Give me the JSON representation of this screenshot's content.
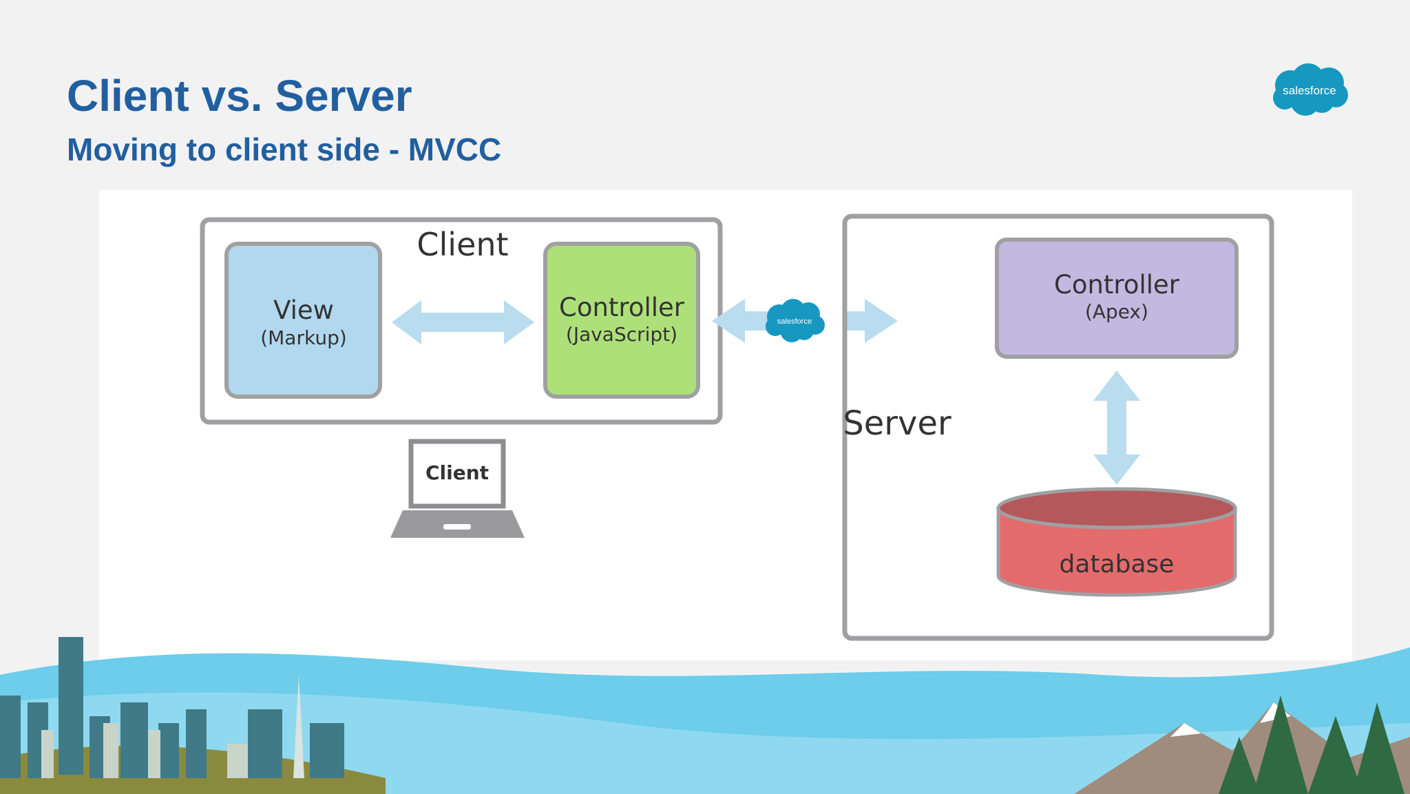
{
  "slide": {
    "title": "Client vs. Server",
    "subtitle": "Moving to client side - MVCC"
  },
  "logo": {
    "text": "salesforce",
    "color": "#1798c1"
  },
  "diagram": {
    "client_label": "Client",
    "view": {
      "title": "View",
      "subtitle": "(Markup)",
      "color": "#b2d8ef"
    },
    "client_controller": {
      "title": "Controller",
      "subtitle": "(JavaScript)",
      "color": "#aee07a"
    },
    "connector_logo_text": "salesforce",
    "server_label": "Server",
    "server_controller": {
      "title": "Controller",
      "subtitle": "(Apex)",
      "color": "#c2b8e0"
    },
    "database": {
      "label": "database",
      "color": "#e46b6c"
    },
    "laptop_label": "Client",
    "arrow_color": "#b9dcee"
  }
}
